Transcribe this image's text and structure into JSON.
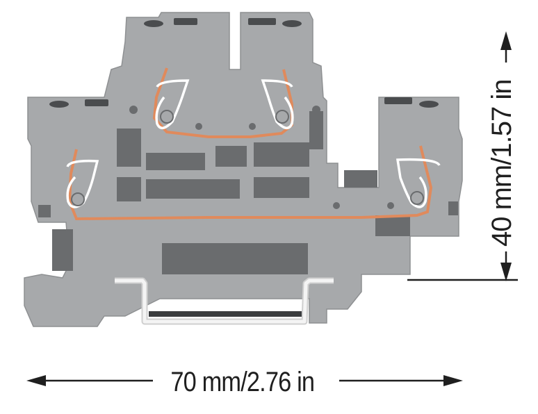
{
  "figure": {
    "subject": "Double-deck terminal block with spring clamp connections mounted on DIN rail",
    "colors": {
      "housing": "#a7a9ab",
      "housing_shadow": "#5f6163",
      "housing_dark": "#4a4c4e",
      "busbar": "#e08a5c",
      "spring": "#ffffff",
      "rail": "#e6e6e6",
      "dimension_line": "#1f1f1f",
      "background": "#ffffff"
    },
    "dimensions": {
      "width_label": "70 mm/2.76 in",
      "height_label": "40 mm/1.57 in"
    },
    "clamps": [
      {
        "id": "upper-left",
        "level": "upper"
      },
      {
        "id": "upper-right",
        "level": "upper"
      },
      {
        "id": "lower-left",
        "level": "lower"
      },
      {
        "id": "lower-right",
        "level": "lower"
      }
    ]
  }
}
